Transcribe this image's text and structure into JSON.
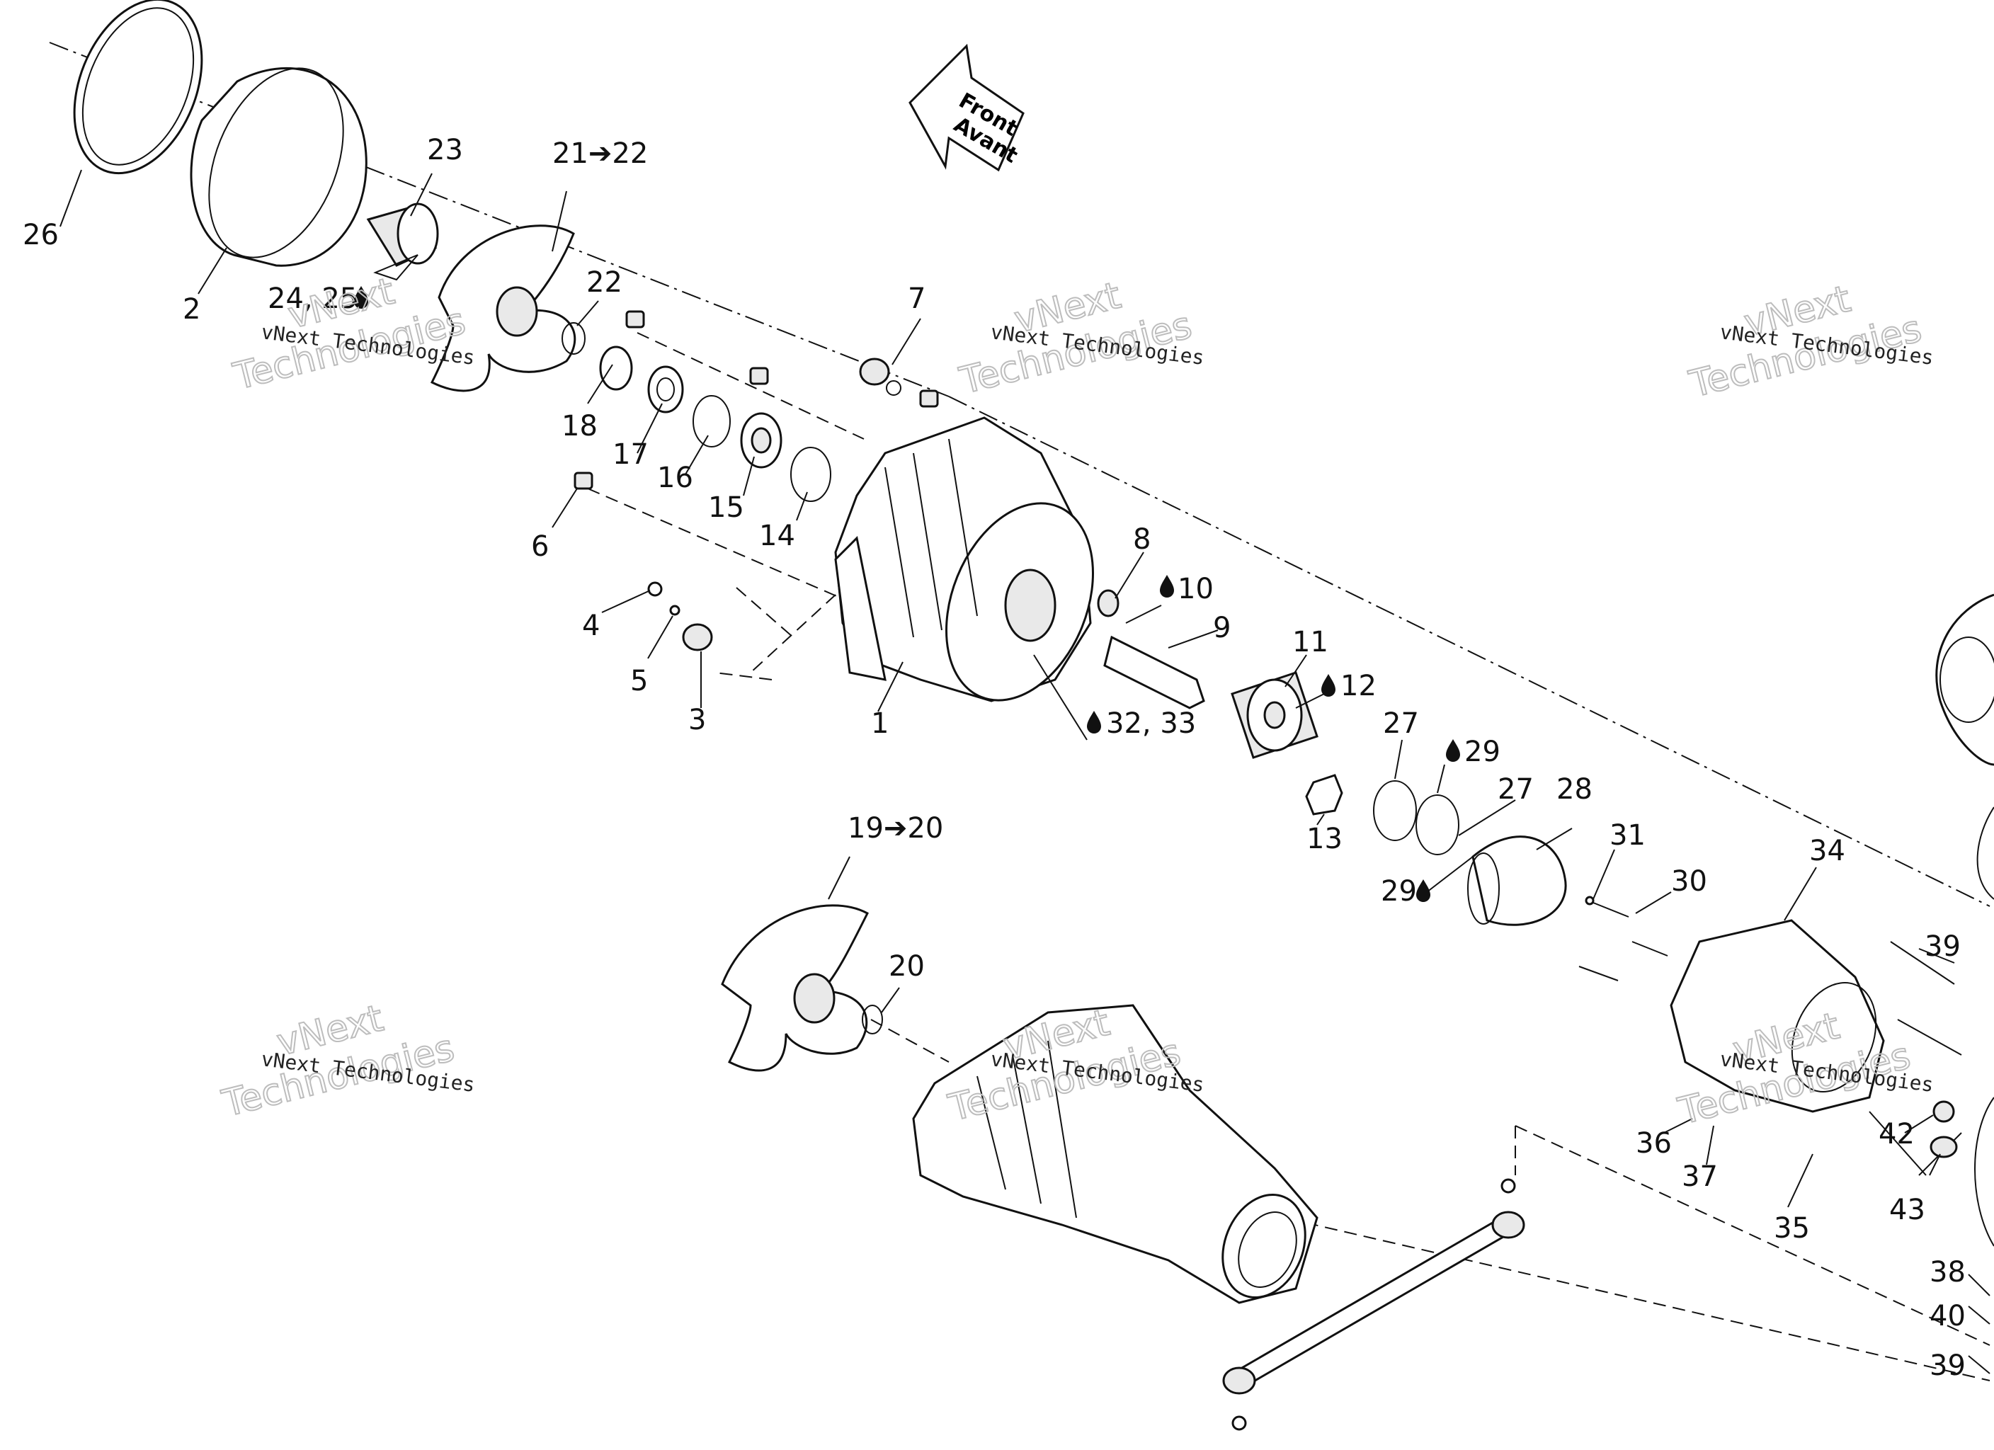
{
  "arrow": {
    "line1": "Front",
    "line2": "Avant"
  },
  "watermark": {
    "line1": "vNext Technologies",
    "line2": "vNext",
    "line3": "Technologies"
  },
  "labels": [
    {
      "id": "26",
      "text": "26"
    },
    {
      "id": "2",
      "text": "2"
    },
    {
      "id": "23",
      "text": "23"
    },
    {
      "id": "24-25",
      "text": "24, 25"
    },
    {
      "id": "21-22",
      "text": "21➔22"
    },
    {
      "id": "22",
      "text": "22"
    },
    {
      "id": "18",
      "text": "18"
    },
    {
      "id": "17",
      "text": "17"
    },
    {
      "id": "16",
      "text": "16"
    },
    {
      "id": "15",
      "text": "15"
    },
    {
      "id": "14",
      "text": "14"
    },
    {
      "id": "6",
      "text": "6"
    },
    {
      "id": "7",
      "text": "7"
    },
    {
      "id": "8",
      "text": "8"
    },
    {
      "id": "10",
      "text": "10"
    },
    {
      "id": "9",
      "text": "9"
    },
    {
      "id": "4",
      "text": "4"
    },
    {
      "id": "5",
      "text": "5"
    },
    {
      "id": "3",
      "text": "3"
    },
    {
      "id": "1",
      "text": "1"
    },
    {
      "id": "32-33",
      "text": "32, 33"
    },
    {
      "id": "11",
      "text": "11"
    },
    {
      "id": "12",
      "text": "12"
    },
    {
      "id": "27a",
      "text": "27"
    },
    {
      "id": "29a",
      "text": "29"
    },
    {
      "id": "27b",
      "text": "27"
    },
    {
      "id": "28",
      "text": "28"
    },
    {
      "id": "13",
      "text": "13"
    },
    {
      "id": "29b",
      "text": "29"
    },
    {
      "id": "31",
      "text": "31"
    },
    {
      "id": "30",
      "text": "30"
    },
    {
      "id": "34",
      "text": "34"
    },
    {
      "id": "39a",
      "text": "39"
    },
    {
      "id": "19-20",
      "text": "19➔20"
    },
    {
      "id": "20",
      "text": "20"
    },
    {
      "id": "36",
      "text": "36"
    },
    {
      "id": "37",
      "text": "37"
    },
    {
      "id": "35",
      "text": "35"
    },
    {
      "id": "42",
      "text": "42"
    },
    {
      "id": "43",
      "text": "43"
    },
    {
      "id": "38",
      "text": "38"
    },
    {
      "id": "40",
      "text": "40"
    },
    {
      "id": "39b",
      "text": "39"
    }
  ]
}
